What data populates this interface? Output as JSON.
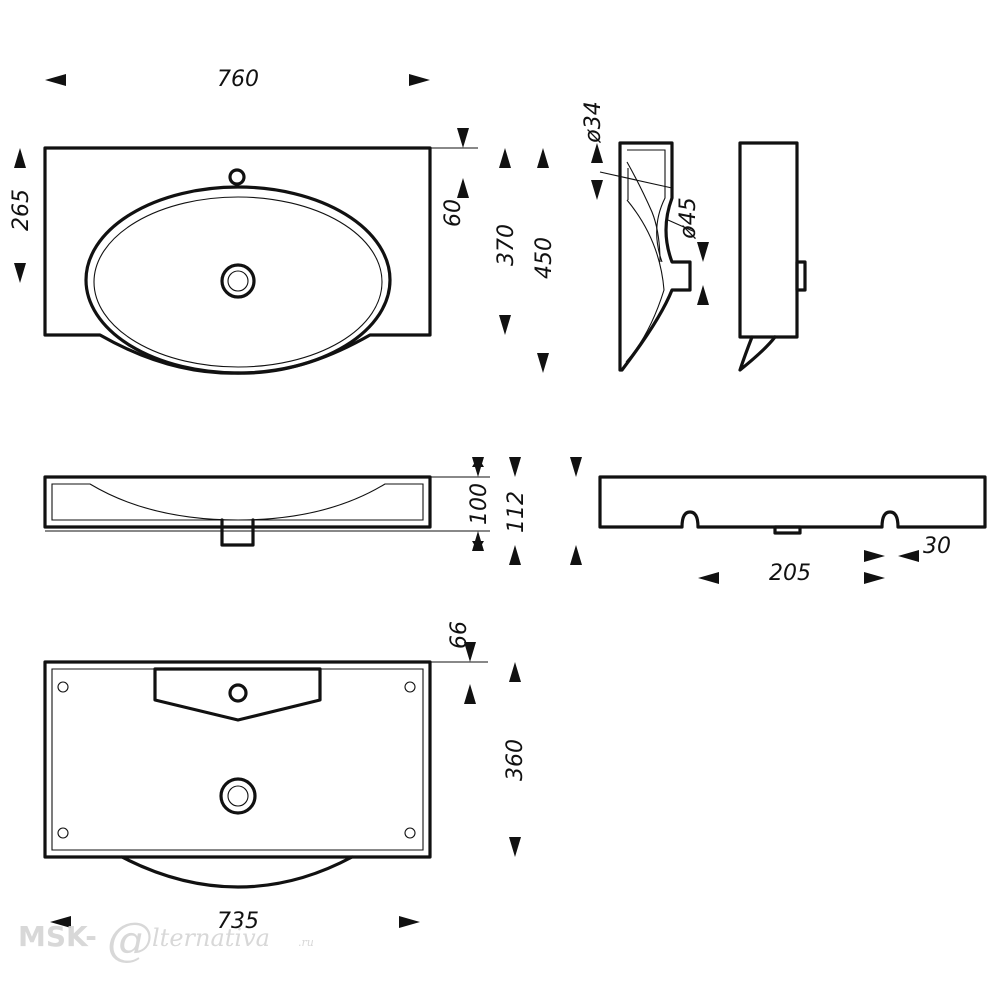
{
  "dimensions": {
    "top_width": "760",
    "top_depth": "265",
    "tap_offset": "60",
    "depth_370": "370",
    "depth_450": "450",
    "tap_hole_diameter": "ø34",
    "drain_diameter": "ø45",
    "front_height": "100",
    "front_total_height": "112",
    "hole_spacing": "205",
    "hole_edge": "30",
    "bottom_offset": "66",
    "bottom_depth": "360",
    "bottom_width": "735"
  },
  "watermark": {
    "brand_left": "MSK-",
    "brand_at": "@",
    "brand_right": "lternativa",
    "domain": ".ru"
  },
  "colors": {
    "line": "#111111",
    "watermark": "#d4d4d4",
    "background": "#ffffff"
  }
}
